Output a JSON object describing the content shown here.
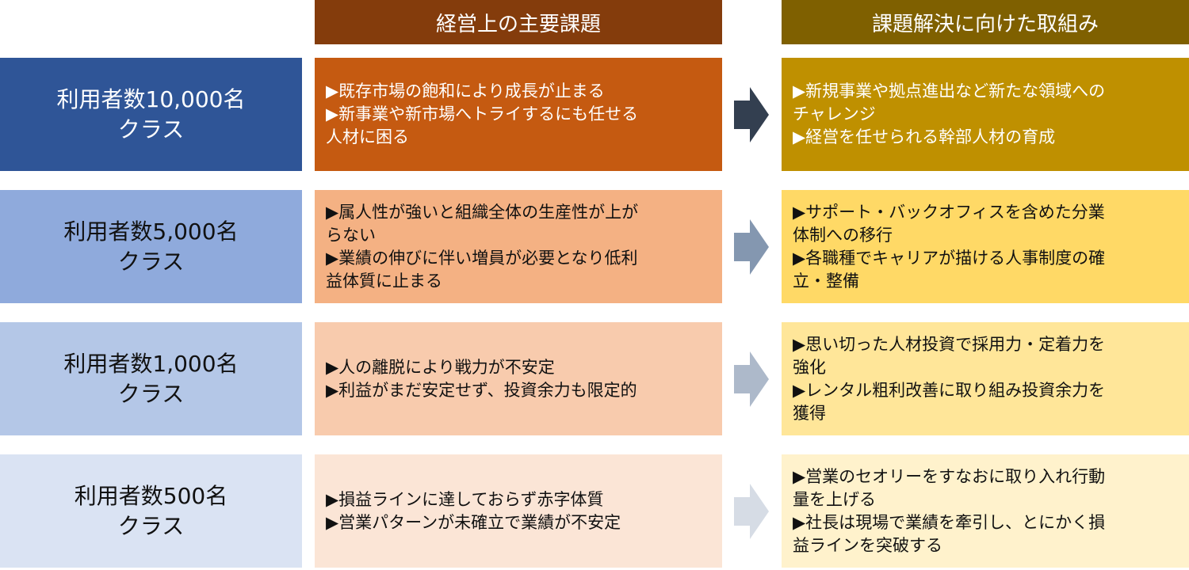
{
  "headers": {
    "issues": "経営上の主要課題",
    "actions": "課題解決に向けた取組み"
  },
  "colors": {
    "issues_header": "#843C0C",
    "actions_header": "#7F6000"
  },
  "rows": [
    {
      "class_lines": [
        "利用者数10,000名",
        "クラス"
      ],
      "issues": [
        "▶既存市場の飽和により成長が止まる",
        "▶新事業や新市場へトライするにも任せる",
        "人材に困る"
      ],
      "actions": [
        "▶新規事業や拠点進出など新たな領域への",
        "チャレンジ",
        "▶経営を任せられる幹部人材の育成"
      ],
      "colors": {
        "class": "#2F5597",
        "class_text": "#ffffff",
        "issues": "#C55A11",
        "issues_text": "#ffffff",
        "actions": "#BF9000",
        "actions_text": "#ffffff",
        "arrow": "#333F50"
      }
    },
    {
      "class_lines": [
        "利用者数5,000名",
        "クラス"
      ],
      "issues": [
        "▶属人性が強いと組織全体の生産性が上が",
        "らない",
        "▶業績の伸びに伴い増員が必要となり低利",
        "益体質に止まる"
      ],
      "actions": [
        "▶サポート・バックオフィスを含めた分業",
        "体制への移行",
        "▶各職種でキャリアが描ける人事制度の確",
        "立・整備"
      ],
      "colors": {
        "class": "#8FAADC",
        "class_text": "#111111",
        "issues": "#F4B183",
        "issues_text": "#111111",
        "actions": "#FFD966",
        "actions_text": "#111111",
        "arrow": "#8497B0"
      }
    },
    {
      "class_lines": [
        "利用者数1,000名",
        "クラス"
      ],
      "issues": [
        "▶人の離脱により戦力が不安定",
        "▶利益がまだ安定せず、投資余力も限定的"
      ],
      "actions": [
        "▶思い切った人材投資で採用力・定着力を",
        "強化",
        "▶レンタル粗利改善に取り組み投資余力を",
        "獲得"
      ],
      "colors": {
        "class": "#B4C7E7",
        "class_text": "#111111",
        "issues": "#F8CBAD",
        "issues_text": "#111111",
        "actions": "#FFE699",
        "actions_text": "#111111",
        "arrow": "#ADB9CA"
      }
    },
    {
      "class_lines": [
        "利用者数500名",
        "クラス"
      ],
      "issues": [
        "▶損益ラインに達しておらず赤字体質",
        "▶営業パターンが未確立で業績が不安定"
      ],
      "actions": [
        "▶営業のセオリーをすなおに取り入れ行動",
        "量を上げる",
        "▶社長は現場で業績を牽引し、とにかく損",
        "益ラインを突破する"
      ],
      "colors": {
        "class": "#DAE3F3",
        "class_text": "#111111",
        "issues": "#FBE5D6",
        "issues_text": "#111111",
        "actions": "#FFF2CC",
        "actions_text": "#111111",
        "arrow": "#D6DCE5"
      }
    }
  ]
}
